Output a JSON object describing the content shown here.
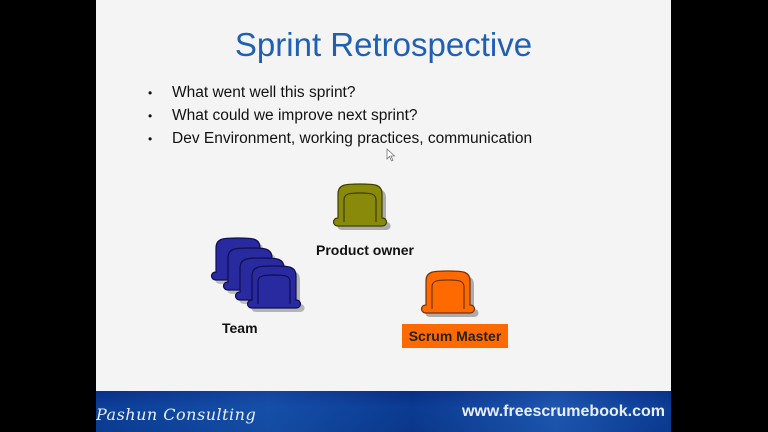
{
  "slide": {
    "title": "Sprint Retrospective",
    "bullets": [
      "What went well this sprint?",
      "What could we improve next sprint?",
      "Dev Environment, working practices, communication"
    ],
    "bullet_glyph": "•",
    "roles": {
      "product_owner": {
        "label": "Product owner",
        "color": "#8a8a0a"
      },
      "team": {
        "label": "Team",
        "color": "#2a2aa0"
      },
      "scrum_master": {
        "label": "Scrum Master",
        "color": "#ff6a00"
      }
    }
  },
  "footer": {
    "brand": "Pashun Consulting",
    "url": "www.freescrumebook.com"
  },
  "icons": [
    "chair-icon",
    "cursor-icon"
  ]
}
